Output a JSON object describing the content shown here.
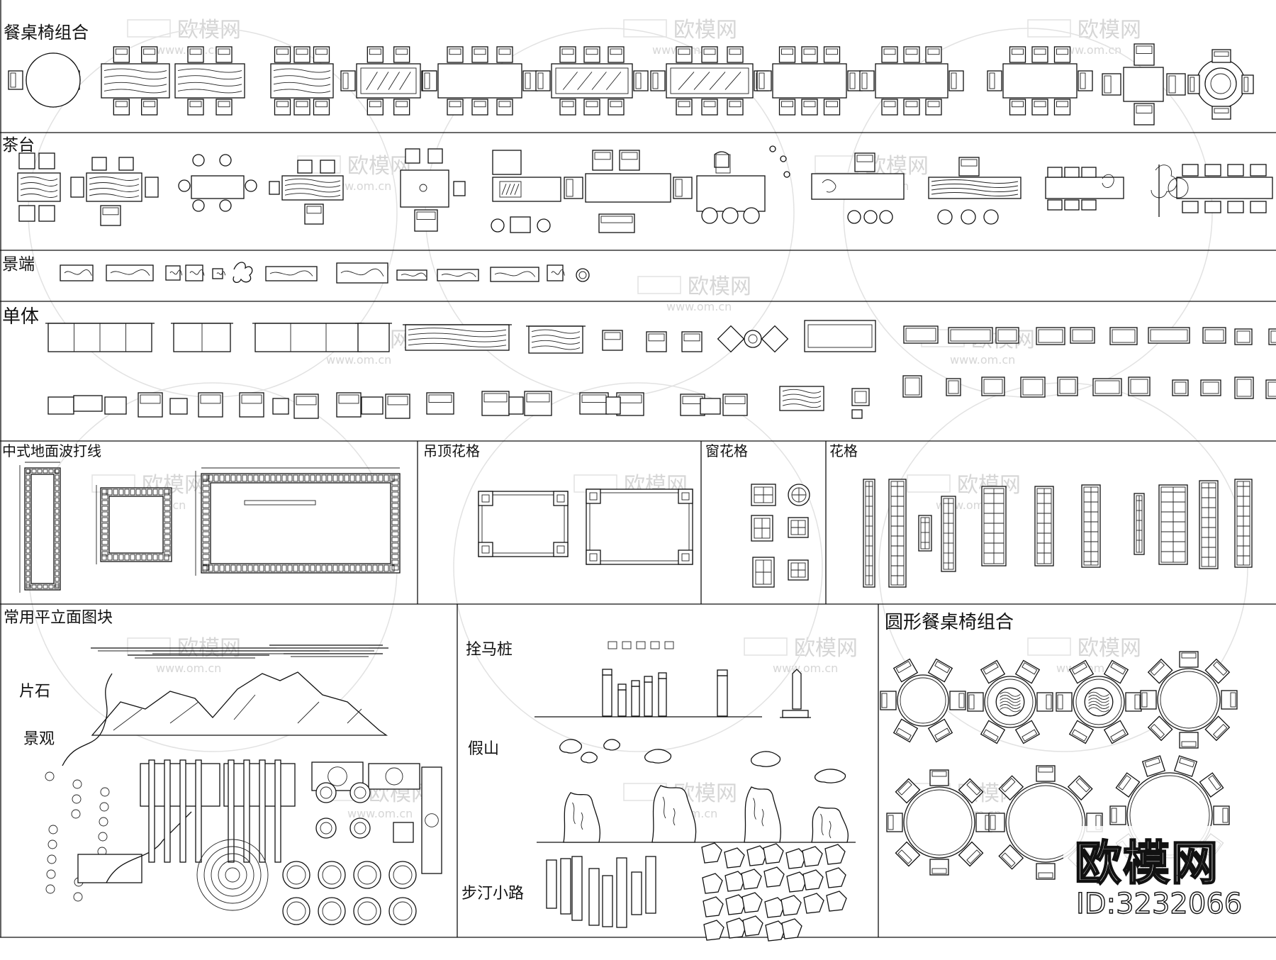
{
  "sections": {
    "dining_sets": "餐桌椅组合",
    "tea_tables": "茶台",
    "vignettes": "景端",
    "single_items": "单体",
    "floor_borders": "中式地面波打线",
    "ceiling_lattice": "吊顶花格",
    "window_lattice": "窗花格",
    "lattice": "花格",
    "common_blocks": "常用平立面图块",
    "round_dining": "圆形餐桌椅组合"
  },
  "common_labels": {
    "stone_slab": "片石",
    "landscape": "景观",
    "hitching_post": "拴马桩",
    "rockery": "假山",
    "stepping_path": "步汀小路"
  },
  "brand": {
    "logo_text": "欧模网",
    "id_text": "ID:3232066",
    "watermark_text": "欧模网",
    "watermark_url": "www.om.cn"
  }
}
